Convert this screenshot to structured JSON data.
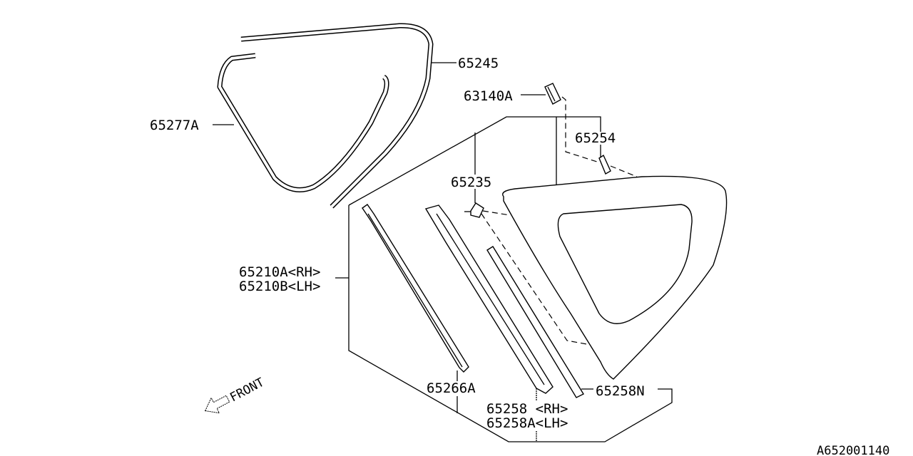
{
  "diagram": {
    "callouts": {
      "p65245": "65245",
      "p65277A": "65277A",
      "p63140A": "63140A",
      "p65254": "65254",
      "p65235": "65235",
      "p65210A": "65210A<RH>",
      "p65210B": "65210B<LH>",
      "p65266A": "65266A",
      "p65258": "65258 <RH>",
      "p65258A": "65258A<LH>",
      "p65258N": "65258N"
    },
    "front_label": "FRONT",
    "diagram_code": "A652001140"
  }
}
